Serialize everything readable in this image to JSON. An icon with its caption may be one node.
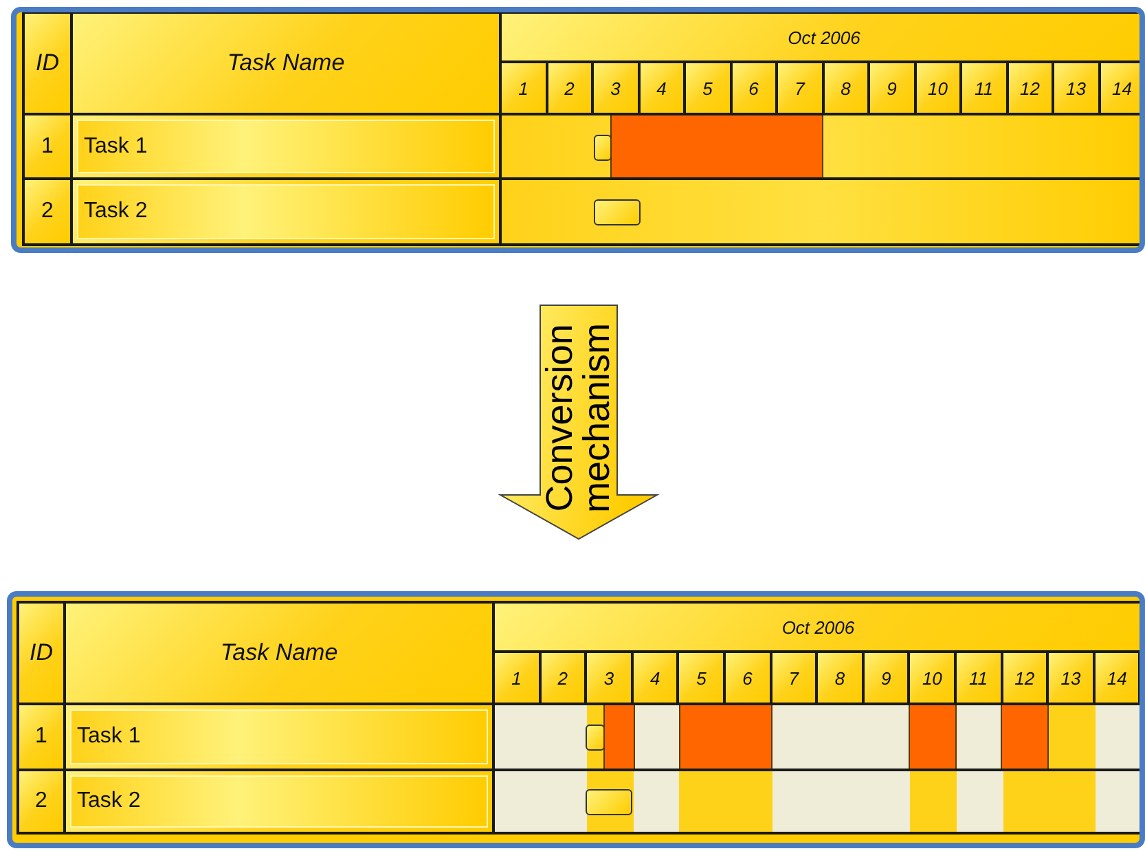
{
  "diagram": {
    "nodes": [
      {
        "text": [
          "ID",
          "Task Name",
          "Oct 2006",
          "1",
          "2",
          "3",
          "4",
          "5",
          "6",
          "7",
          "8",
          "9",
          "10",
          "11",
          "12",
          "13",
          "14",
          "1",
          "Task 1",
          "2",
          "Task 2"
        ]
      },
      {
        "text": [
          "ID",
          "Task Name",
          "Oct 2006",
          "1",
          "2",
          "3",
          "4",
          "5",
          "6",
          "7",
          "8",
          "9",
          "10",
          "11",
          "12",
          "13",
          "14",
          "1",
          "Task 1",
          "2",
          "Task 2"
        ]
      }
    ],
    "edges": [
      {
        "from": 0,
        "to": 1,
        "arrow": "to",
        "label": "Conversion mechanism"
      }
    ]
  }
}
